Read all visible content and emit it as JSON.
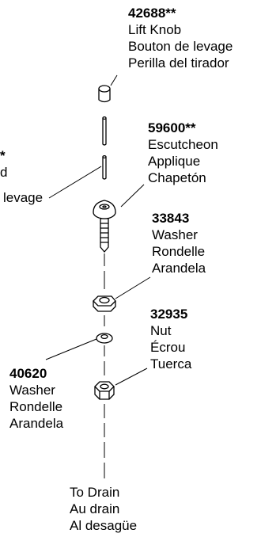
{
  "parts": [
    {
      "id": "lift_knob",
      "number": "42688**",
      "names": [
        "Lift Knob",
        "Bouton de levage",
        "Perilla del tirador"
      ]
    },
    {
      "id": "escutcheon",
      "number": "59600**",
      "names": [
        "Escutcheon",
        "Applique",
        "Chapetón"
      ]
    },
    {
      "id": "washer_upper",
      "number": "33843",
      "names": [
        "Washer",
        "Rondelle",
        "Arandela"
      ]
    },
    {
      "id": "nut",
      "number": "32935",
      "names": [
        "Nut",
        "Écrou",
        "Tuerca"
      ]
    },
    {
      "id": "washer_lower",
      "number": "40620",
      "names": [
        "Washer",
        "Rondelle",
        "Arandela"
      ]
    }
  ],
  "partial_left_label": {
    "number_fragment": "*",
    "line2_fragment": "d",
    "line3_fragment": "levage"
  },
  "drain_label": [
    "To Drain",
    "Au drain",
    "Al desagüe"
  ]
}
